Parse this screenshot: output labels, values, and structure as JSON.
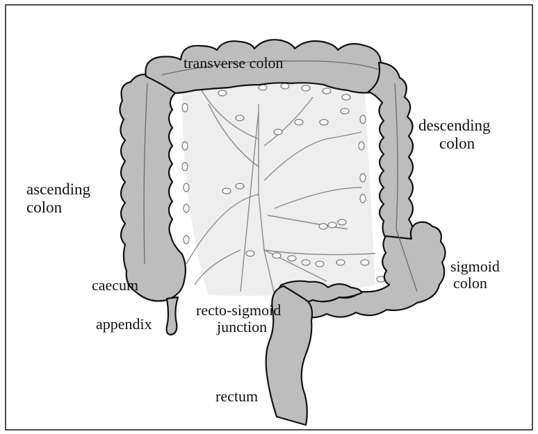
{
  "labels": {
    "transverse": "transverse colon",
    "descending_1": "descending",
    "descending_2": "colon",
    "ascending_1": "ascending",
    "ascending_2": "colon",
    "caecum": "caecum",
    "appendix": "appendix",
    "recto_1": "recto-sigmoid",
    "recto_2": "junction",
    "sigmoid_1": "sigmoid",
    "sigmoid_2": "colon",
    "rectum": "rectum"
  },
  "colors": {
    "colon_fill": "#bdbdbd",
    "colon_stroke": "#111111",
    "mesentery_fill": "#eeeeee",
    "vessel_stroke": "#8a8a8a"
  }
}
